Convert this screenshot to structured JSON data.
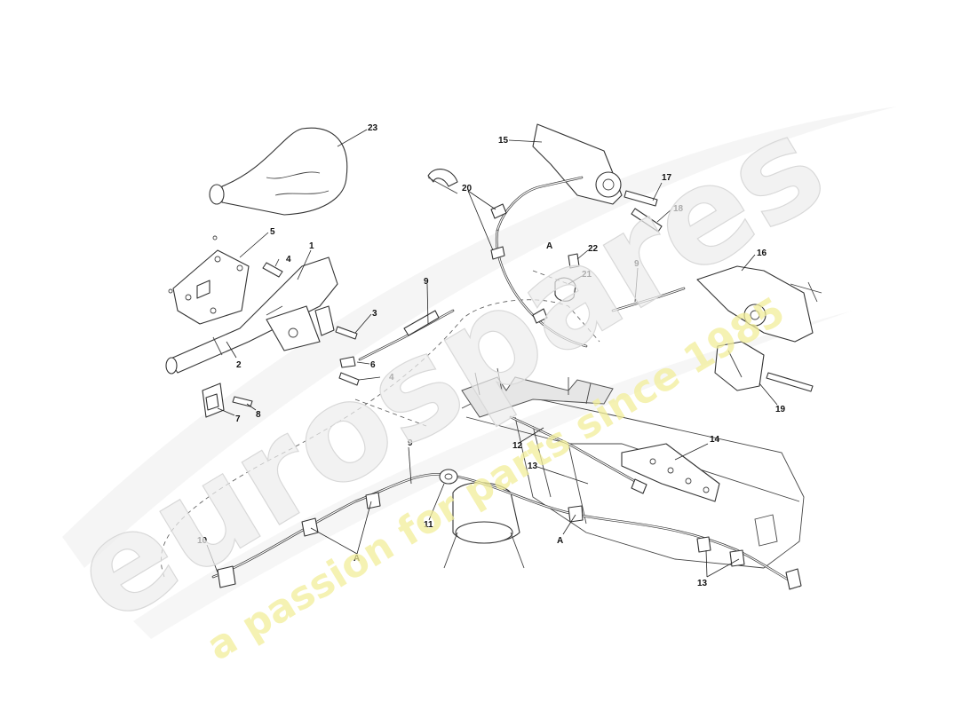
{
  "watermark": {
    "brand": "eurospares",
    "tagline": "a passion for parts since 1985",
    "brand_color": "#f2f2f2",
    "tagline_color": "#f3f0a0"
  },
  "callouts": [
    {
      "id": "c1",
      "label": "1"
    },
    {
      "id": "c2",
      "label": "2"
    },
    {
      "id": "c3",
      "label": "3"
    },
    {
      "id": "c4a",
      "label": "4"
    },
    {
      "id": "c4b",
      "label": "4"
    },
    {
      "id": "c5",
      "label": "5"
    },
    {
      "id": "c6",
      "label": "6"
    },
    {
      "id": "c7",
      "label": "7"
    },
    {
      "id": "c8",
      "label": "8"
    },
    {
      "id": "c9a",
      "label": "9"
    },
    {
      "id": "c9b",
      "label": "9"
    },
    {
      "id": "c9c",
      "label": "9"
    },
    {
      "id": "c10",
      "label": "10"
    },
    {
      "id": "c11",
      "label": "11"
    },
    {
      "id": "c12",
      "label": "12"
    },
    {
      "id": "c13a",
      "label": "13"
    },
    {
      "id": "c13b",
      "label": "13"
    },
    {
      "id": "c14",
      "label": "14"
    },
    {
      "id": "c15",
      "label": "15"
    },
    {
      "id": "c16",
      "label": "16"
    },
    {
      "id": "c17",
      "label": "17"
    },
    {
      "id": "c18",
      "label": "18"
    },
    {
      "id": "c19",
      "label": "19"
    },
    {
      "id": "c20",
      "label": "20"
    },
    {
      "id": "c21",
      "label": "21"
    },
    {
      "id": "c22",
      "label": "22"
    },
    {
      "id": "c23",
      "label": "23"
    },
    {
      "id": "cAa",
      "label": "A"
    },
    {
      "id": "cAb",
      "label": "A"
    },
    {
      "id": "cAc",
      "label": "A"
    }
  ]
}
